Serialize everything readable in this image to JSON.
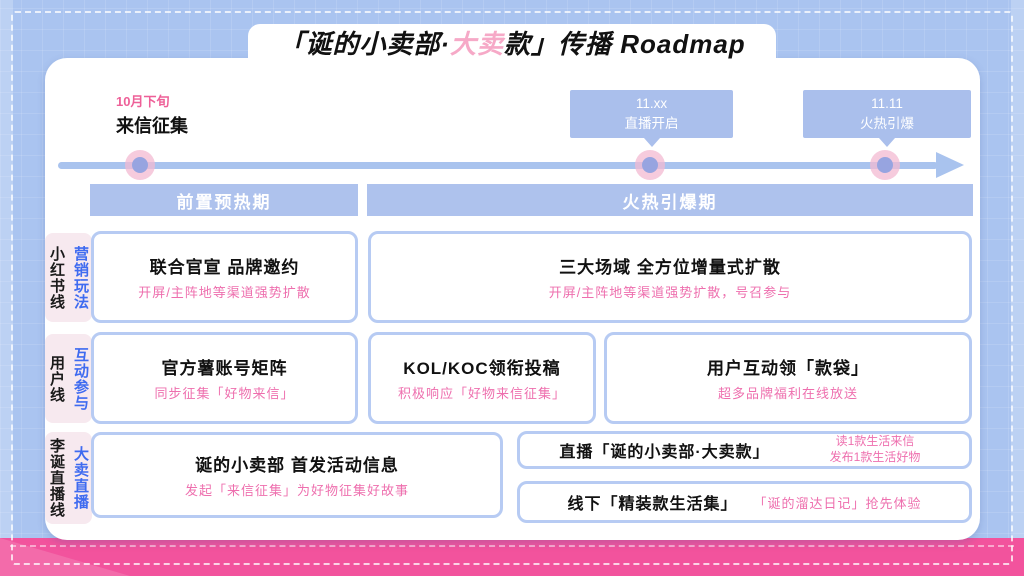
{
  "title": {
    "prefix": "「诞的小卖部·",
    "accent": "大卖",
    "suffix": "款」传播 Roadmap"
  },
  "timeline": {
    "milestone_text": {
      "date": "10月下旬",
      "label": "来信征集"
    },
    "callouts": [
      {
        "line1": "11.xx",
        "line2": "直播开启"
      },
      {
        "line1": "11.11",
        "line2": "火热引爆"
      }
    ],
    "phases": [
      {
        "label": "前置预热期"
      },
      {
        "label": "火热引爆期"
      }
    ]
  },
  "lanes": [
    {
      "name": "小红书线",
      "tag": "营销玩法",
      "boxes": [
        {
          "title": "联合官宣 品牌邀约",
          "subtitle": "开屏/主阵地等渠道强势扩散"
        },
        {
          "title": "三大场域 全方位增量式扩散",
          "subtitle": "开屏/主阵地等渠道强势扩散，号召参与"
        }
      ]
    },
    {
      "name": "用户线",
      "tag": "互动参与",
      "boxes": [
        {
          "title": "官方薯账号矩阵",
          "subtitle": "同步征集「好物来信」"
        },
        {
          "title": "KOL/KOC领衔投稿",
          "subtitle": "积极响应「好物来信征集」"
        },
        {
          "title": "用户互动领「款袋」",
          "subtitle": "超多品牌福利在线放送"
        }
      ]
    },
    {
      "name": "李诞直播线",
      "tag": "大卖直播",
      "boxes": [
        {
          "title": "诞的小卖部 首发活动信息",
          "subtitle": "发起「来信征集」为好物征集好故事"
        },
        {
          "title": "直播「诞的小卖部·大卖款」",
          "note_line1": "读1款生活来信",
          "note_line2": "发布1款生活好物"
        },
        {
          "title": "线下「精装款生活集」",
          "note": "「诞的溜达日记」抢先体验"
        }
      ]
    }
  ],
  "colors": {
    "background_blue": "#aac4f0",
    "bar_blue": "#aec2ed",
    "callout_blue": "#aabfec",
    "box_border_blue": "#b7cbf3",
    "timeline_blue": "#a9c3ee",
    "dot_inner": "#97a4e0",
    "dot_halo": "#f3b9d2",
    "title_accent_pink": "#f6a9c7",
    "subtitle_pink": "#ee6fae",
    "date_pink": "#ee6098",
    "lane_tag_bg": "#f7e9ef",
    "lane_tag_blue": "#3f6bf0",
    "floor_pink": "#f2539d"
  }
}
